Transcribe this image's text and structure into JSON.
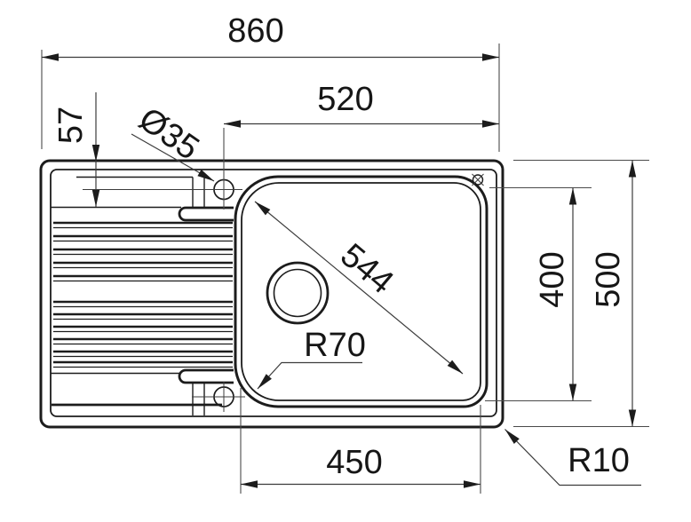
{
  "drawing": {
    "subject": "kitchen-sink-with-drainboard-top-view-dimension-drawing",
    "units": "mm",
    "colors": {
      "background": "#ffffff",
      "outline": "#1c1c1c",
      "dimension": "#3c3c3c",
      "text": "#161616"
    },
    "labels": {
      "overall_width": "860",
      "tap_hole_to_right_edge": "520",
      "tap_hole_offset_from_rear": "57",
      "tap_hole_diameter": "Ø35",
      "bowl_diagonal": "544",
      "bowl_corner_radius": "R70",
      "bowl_width": "450",
      "bowl_depth": "400",
      "overall_depth": "500",
      "outer_corner_radius": "R10"
    }
  }
}
